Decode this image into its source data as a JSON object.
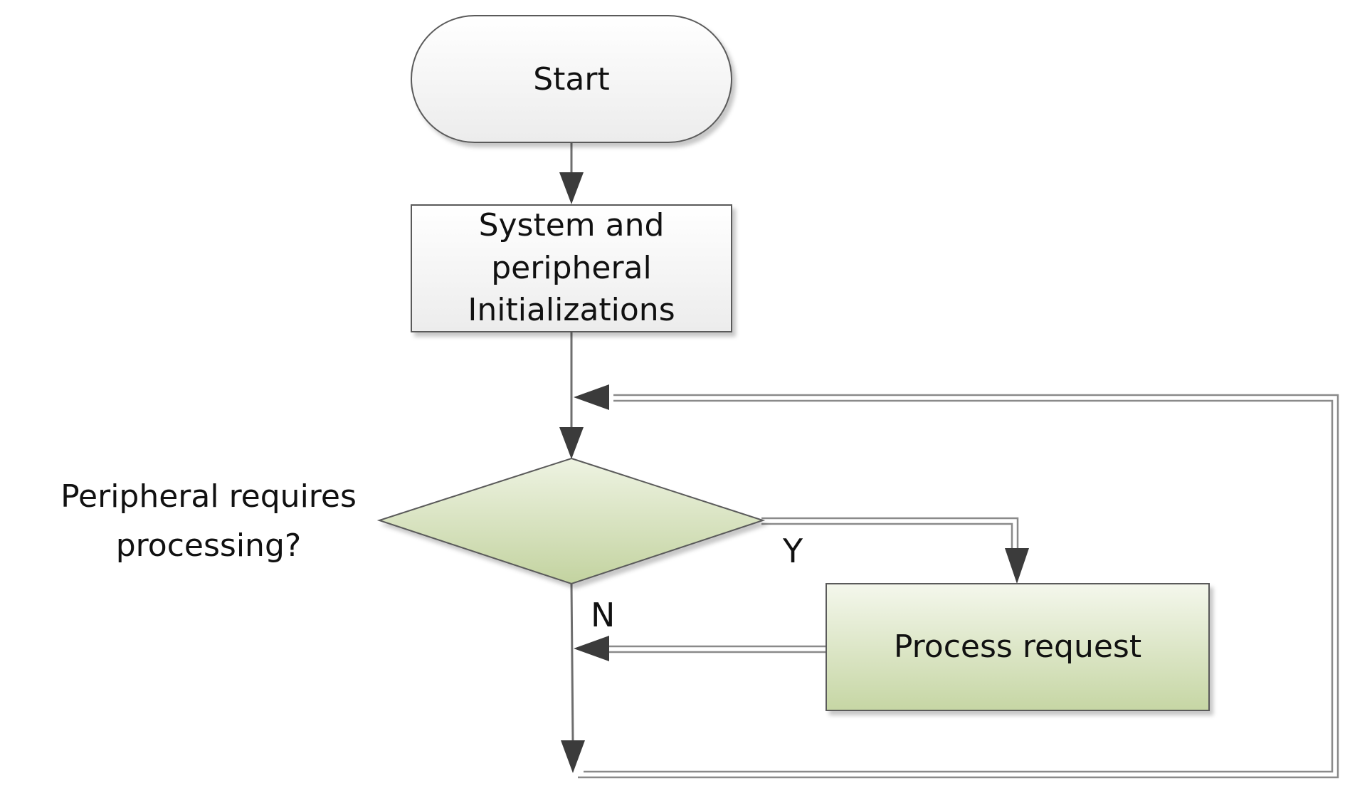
{
  "flowchart": {
    "start": {
      "label": "Start"
    },
    "init": {
      "lines": [
        "System and",
        "peripheral",
        "Initializations"
      ]
    },
    "decision": {
      "lines": [
        "Peripheral requires",
        "processing?"
      ]
    },
    "process": {
      "label": "Process request"
    },
    "branch_yes": "Y",
    "branch_no": "N"
  },
  "colors": {
    "terminal_fill": "#f2f2f2",
    "process_fill": "#f2f2f2",
    "decision_fill_top": "#eef3e2",
    "decision_fill_bottom": "#c3d3a0",
    "action_fill_top": "#f2f6e9",
    "action_fill_bottom": "#c6d6a4",
    "outline": "#5a5a5a",
    "arrowhead": "#3b3b3b"
  }
}
